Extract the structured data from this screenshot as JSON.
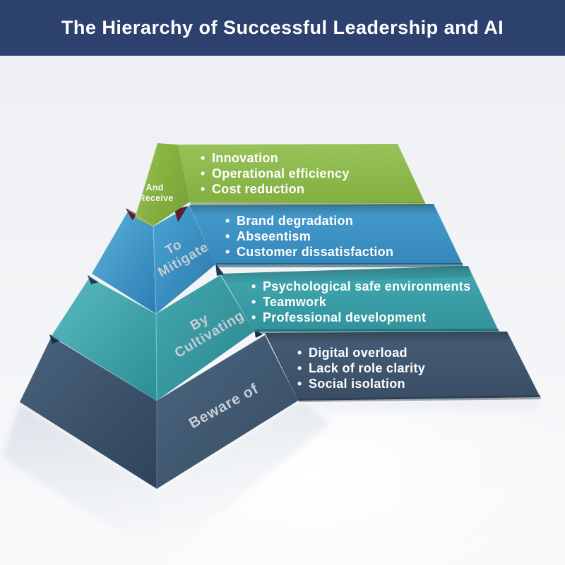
{
  "header": {
    "title": "The Hierarchy of Successful Leadership and AI"
  },
  "ui": {
    "bullet": "•"
  },
  "palette": {
    "header_bg": "#2d416f",
    "background_top": "#edeff2",
    "background_bottom": "#fafbfc",
    "banner_text": "#ffffff",
    "face_label_text": "#c7ced7",
    "green": "#8cb94c",
    "blue": "#3e96c9",
    "teal": "#3aa3ab",
    "slate": "#41566d",
    "notch_shadow": "#5a2030"
  },
  "pyramid": {
    "levels": [
      {
        "id": "receive",
        "color": "#8cb94c",
        "face_label_lines": [
          "And",
          "Receive"
        ],
        "items": [
          "Innovation",
          "Operational efficiency",
          "Cost reduction"
        ]
      },
      {
        "id": "mitigate",
        "color": "#3e96c9",
        "face_label_lines": [
          "To",
          "Mitigate"
        ],
        "items": [
          "Brand degradation",
          "Abseentism",
          "Customer dissatisfaction"
        ]
      },
      {
        "id": "cultivating",
        "color": "#3aa3ab",
        "face_label_lines": [
          "By",
          "Cultivating"
        ],
        "items": [
          "Psychological safe environments",
          "Teamwork",
          "Professional development"
        ]
      },
      {
        "id": "beware",
        "color": "#41566d",
        "face_label_lines": [
          "Beware of"
        ],
        "items": [
          "Digital overload",
          "Lack of role clarity",
          "Social isolation"
        ]
      }
    ]
  }
}
